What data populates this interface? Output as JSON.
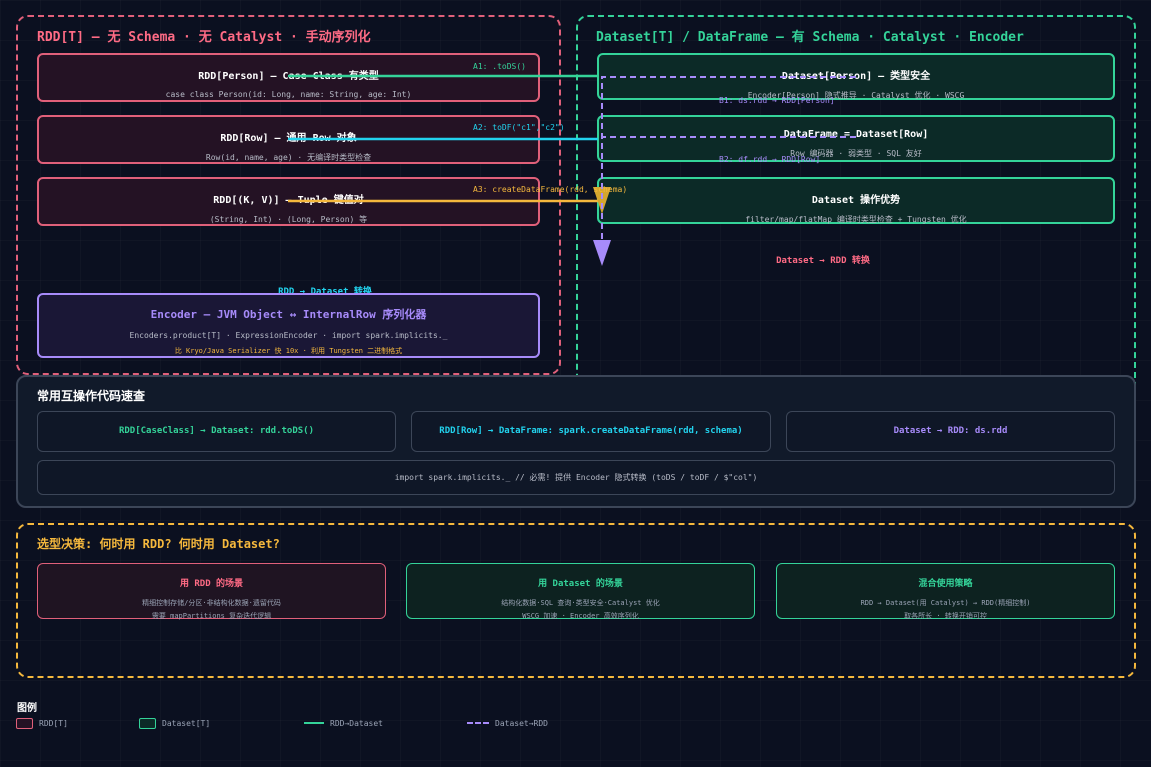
{
  "rdd_group": {
    "title": "RDD[T] — 无 Schema · 无 Catalyst · 手动序列化",
    "nodes": [
      {
        "title": "RDD[Person] — Case Class 有类型",
        "sub": "case class Person(id: Long, name: String, age: Int)"
      },
      {
        "title": "RDD[Row] — 通用 Row 对象",
        "sub": "Row(id, name, age) · 无编译时类型检查"
      },
      {
        "title": "RDD[(K, V)] — Tuple 键值对",
        "sub": "(String, Int) · (Long, Person) 等"
      }
    ],
    "conversion_label": "RDD → Dataset 转换",
    "encoder": {
      "title": "Encoder — JVM Object ↔ InternalRow 序列化器",
      "sub": "Encoders.product[T] · ExpressionEncoder · import spark.implicits._",
      "note": "比 Kryo/Java Serializer 快 10x · 利用 Tungsten 二进制格式"
    }
  },
  "ds_group": {
    "title": "Dataset[T] / DataFrame — 有 Schema · Catalyst · Encoder",
    "nodes": [
      {
        "title": "Dataset[Person] — 类型安全",
        "sub": "Encoder[Person] 隐式推导 · Catalyst 优化 · WSCG"
      },
      {
        "title": "DataFrame = Dataset[Row]",
        "sub": "Row 编码器 · 弱类型 · SQL 友好"
      },
      {
        "title": "Dataset 操作优势",
        "sub": "filter/map/flatMap 编译时类型检查 + Tungsten 优化"
      }
    ],
    "conversion_label": "Dataset → RDD 转换"
  },
  "edges": {
    "a1": ".toDS()",
    "a1_prefix": "A1:",
    "a2": "toDF(\"c1\",\"c2\")",
    "a2_prefix": "A2:",
    "a3": "createDataFrame(rdd, schema)",
    "a3_prefix": "A3:",
    "b1": "B1: ds.rdd → RDD[Person]",
    "b2": "B2: df.rdd → RDD[Row]"
  },
  "cheatsheet": {
    "title": "常用互操作代码速查",
    "items": [
      {
        "text": "RDD[CaseClass] → Dataset: rdd.toDS()",
        "color": "#34d399"
      },
      {
        "text": "RDD[Row] → DataFrame: spark.createDataFrame(rdd, schema)",
        "color": "#22d3ee"
      },
      {
        "text": "Dataset → RDD: ds.rdd",
        "color": "#a78bfa"
      }
    ],
    "import_line": "import spark.implicits._ // 必需! 提供 Encoder 隐式转换 (toDS / toDF / $\"col\")"
  },
  "decision": {
    "title": "选型决策: 何时用 RDD? 何时用 Dataset?",
    "cards": [
      {
        "title": "用 RDD 的场景",
        "line1": "精细控制存储/分区·非结构化数据·遗留代码",
        "line2": "需要 mapPartitions 复杂迭代逻辑",
        "color": "#ff6b85"
      },
      {
        "title": "用 Dataset 的场景",
        "line1": "结构化数据·SQL 查询·类型安全·Catalyst 优化",
        "line2": "WSCG 加速 · Encoder 高效序列化",
        "color": "#34d399"
      },
      {
        "title": "混合使用策略",
        "line1": "RDD → Dataset(用 Catalyst) → RDD(精细控制)",
        "line2": "取各所长 · 转换开销可控",
        "color": "#34d399"
      }
    ]
  },
  "legend": {
    "title": "图例",
    "items": [
      "RDD[T]",
      "Dataset[T]",
      "RDD→Dataset",
      "Dataset→RDD"
    ]
  },
  "colors": {
    "rdd": "#e0607a",
    "dataset": "#34d399",
    "encoder": "#a78bfa",
    "edge_a1": "#34d399",
    "edge_a2": "#22d3ee",
    "edge_a3": "#f5b83d",
    "edge_b": "#a78bfa",
    "decision": "#f5b83d"
  }
}
